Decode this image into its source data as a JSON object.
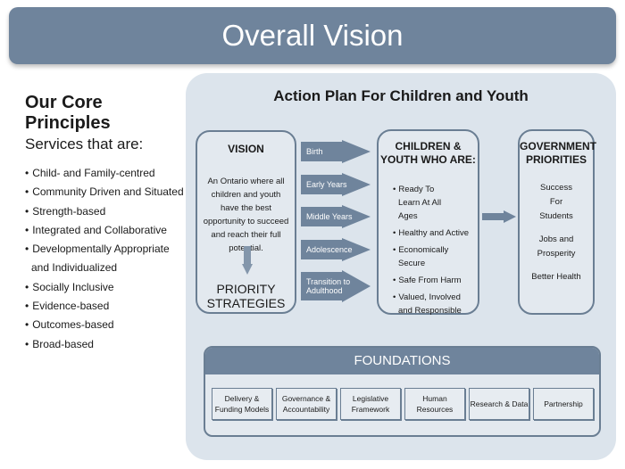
{
  "header": {
    "title": "Overall Vision"
  },
  "principles": {
    "title": "Our Core Principles",
    "subtitle": "Services that are:",
    "items": [
      "Child- and Family-centred",
      "Community Driven and Situated",
      "Strength-based",
      "Integrated and Collaborative",
      "Developmentally Appropriate and Individualized",
      "Socially Inclusive",
      "Evidence-based",
      "Outcomes-based",
      "Broad-based"
    ]
  },
  "action_plan": {
    "title": "Action Plan For Children and Youth",
    "vision": {
      "title": "VISION",
      "text": "An Ontario where all children and youth have the best opportunity to succeed and reach their full potential.",
      "strategies_line1": "PRIORITY",
      "strategies_line2": "STRATEGIES"
    },
    "stages": [
      "Birth",
      "Early Years",
      "Middle Years",
      "Adolescence",
      "Transition to Adulthood"
    ],
    "children": {
      "title_line1": "CHILDREN &",
      "title_line2": "YOUTH WHO ARE:",
      "items": [
        "Ready To Learn At All Ages",
        "Healthy and Active",
        "Economically Secure",
        "Safe From Harm",
        "Valued, Involved and Responsible"
      ]
    },
    "government": {
      "title_line1": "GOVERNMENT",
      "title_line2": "PRIORITIES",
      "items": [
        "Success For Students",
        "Jobs and Prosperity",
        "Better Health"
      ]
    },
    "foundations": {
      "title": "FOUNDATIONS",
      "items": [
        "Delivery & Funding Models",
        "Governance & Accountability",
        "Legislative Framework",
        "Human Resources",
        "Research & Data",
        "Partnership"
      ]
    }
  },
  "colors": {
    "banner": "#6f849c",
    "panel": "#dce4ec",
    "border": "#6a7e93"
  }
}
